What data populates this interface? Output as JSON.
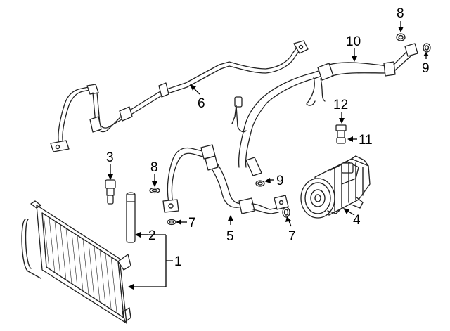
{
  "callouts": {
    "c1": "1",
    "c2": "2",
    "c3": "3",
    "c4": "4",
    "c5": "5",
    "c6": "6",
    "c7a": "7",
    "c7b": "7",
    "c8a": "8",
    "c8b": "8",
    "c9a": "9",
    "c9b": "9",
    "c10": "10",
    "c11": "11",
    "c12": "12"
  }
}
